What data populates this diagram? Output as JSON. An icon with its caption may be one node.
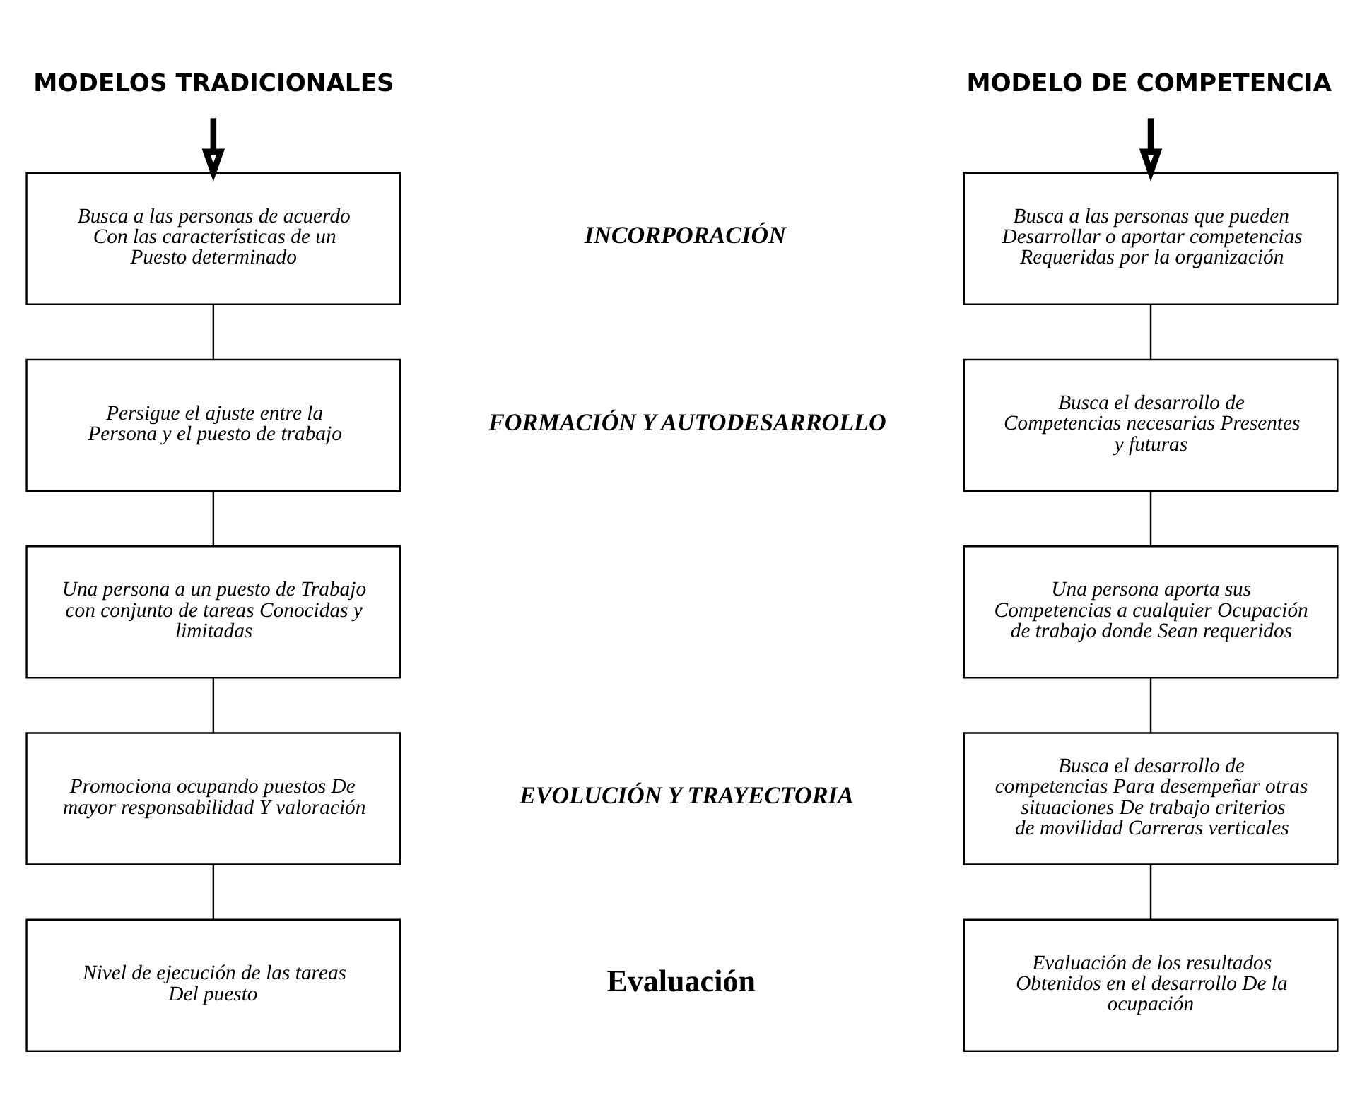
{
  "diagram": {
    "nodes": [
      {
        "text": [
          "MODELOS TRADICIONALES"
        ]
      },
      {
        "text": [
          "MODELO DE COMPETENCIA"
        ]
      },
      {
        "text": [
          "Busca a las personas de acuerdo Con las características de un Puesto determinado"
        ]
      },
      {
        "text": [
          "Persigue el ajuste entre la Persona y el puesto de trabajo"
        ]
      },
      {
        "text": [
          "Una persona a un puesto de Trabajo con conjunto de tareas Conocidas y limitadas"
        ]
      },
      {
        "text": [
          "Promociona ocupando puestos De mayor responsabilidad Y valoración"
        ]
      },
      {
        "text": [
          "Nivel de ejecución de las tareas Del puesto"
        ]
      },
      {
        "text": [
          "Busca a las personas que pueden Desarrollar o aportar competencias Requeridas por la organización"
        ]
      },
      {
        "text": [
          "Busca el desarrollo de Competencias necesarias Presentes y futuras"
        ]
      },
      {
        "text": [
          "Una persona aporta sus Competencias a cualquier Ocupación de trabajo donde Sean requeridos"
        ]
      },
      {
        "text": [
          "Busca el desarrollo de competencias Para desempeñar otras situaciones De trabajo criterios de movilidad Carreras verticales"
        ]
      },
      {
        "text": [
          "Evaluación de los resultados Obtenidos en el desarrollo De la ocupación"
        ]
      }
    ],
    "edges": [
      {
        "from": 0,
        "to": 2,
        "arrow": "to",
        "style": "thick"
      },
      {
        "from": 2,
        "to": 3,
        "arrow": "none"
      },
      {
        "from": 3,
        "to": 4,
        "arrow": "none"
      },
      {
        "from": 4,
        "to": 5,
        "arrow": "none"
      },
      {
        "from": 5,
        "to": 6,
        "arrow": "none"
      },
      {
        "from": 1,
        "to": 7,
        "arrow": "to",
        "style": "thick"
      },
      {
        "from": 7,
        "to": 8,
        "arrow": "none"
      },
      {
        "from": 8,
        "to": 9,
        "arrow": "none"
      },
      {
        "from": 9,
        "to": 10,
        "arrow": "none"
      },
      {
        "from": 10,
        "to": 11,
        "arrow": "none"
      }
    ],
    "labels": [
      "INCORPORACIÓN",
      "FORMACIÓN Y AUTODESARROLLO",
      "EVOLUCIÓN Y TRAYECTORIA",
      "Evaluación"
    ]
  }
}
